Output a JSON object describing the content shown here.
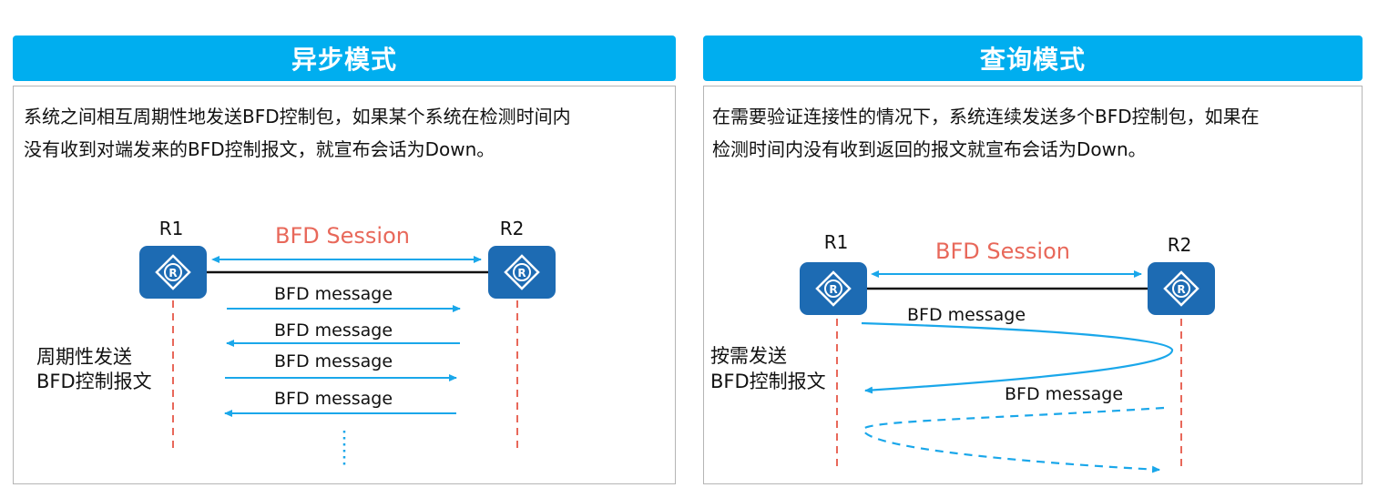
{
  "colors": {
    "header_bg": "#00aeef",
    "router_fill": "#1d6bb3",
    "arrow": "#1aa7ea",
    "session_text": "#e8685a",
    "lifeline": "#e8685a"
  },
  "async_panel": {
    "title": "异步模式",
    "description_line1": "系统之间相互周期性地发送BFD控制包，如果某个系统在检测时间内",
    "description_line2": "没有收到对端发来的BFD控制报文，就宣布会话为Down。",
    "r1_label": "R1",
    "r2_label": "R2",
    "session_label": "BFD Session",
    "messages": [
      "BFD message",
      "BFD message",
      "BFD message",
      "BFD message"
    ],
    "side_label_line1": "周期性发送",
    "side_label_line2": "BFD控制报文",
    "router_icon": "router-icon"
  },
  "demand_panel": {
    "title": "查询模式",
    "description_line1": "在需要验证连接性的情况下，系统连续发送多个BFD控制包，如果在",
    "description_line2": "检测时间内没有收到返回的报文就宣布会话为Down。",
    "r1_label": "R1",
    "r2_label": "R2",
    "session_label": "BFD Session",
    "messages": [
      "BFD message",
      "BFD message"
    ],
    "side_label_line1": "按需发送",
    "side_label_line2": "BFD控制报文",
    "router_icon": "router-icon"
  }
}
